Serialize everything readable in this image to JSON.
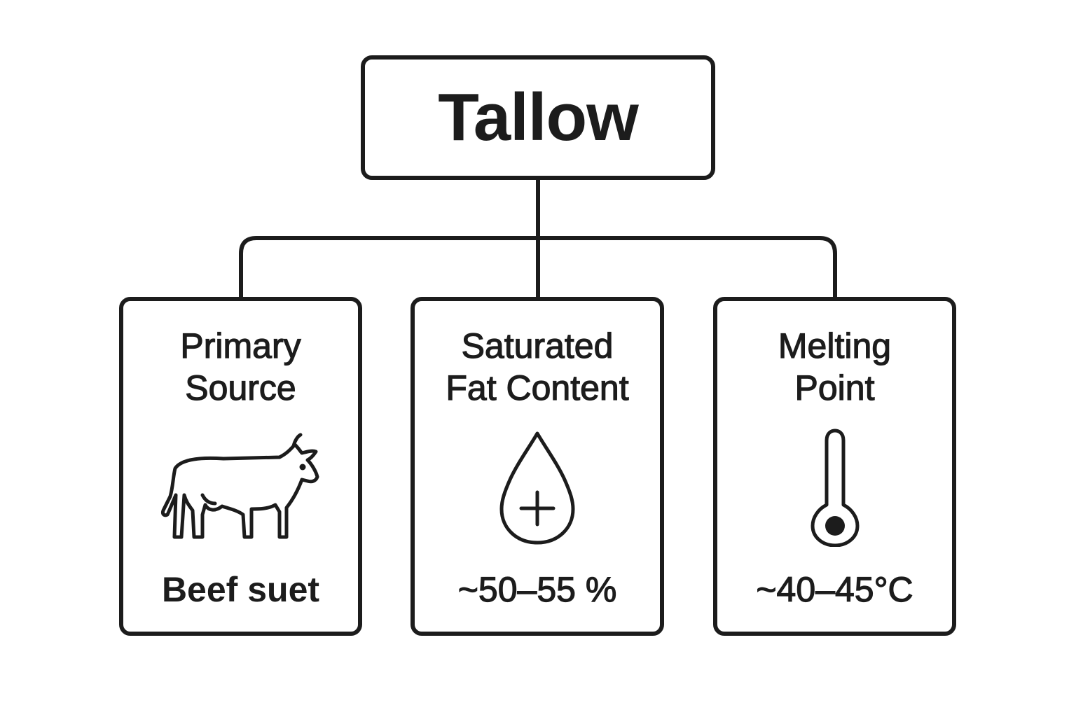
{
  "root": {
    "title": "Tallow"
  },
  "cards": [
    {
      "title_line1": "Primary",
      "title_line2": "Source",
      "icon": "cow-icon",
      "value": "Beef suet"
    },
    {
      "title_line1": "Saturated",
      "title_line2": "Fat Content",
      "icon": "drop-plus-icon",
      "value": "~50–55 %"
    },
    {
      "title_line1": "Melting",
      "title_line2": "Point",
      "icon": "thermometer-icon",
      "value": "~40–45°C"
    }
  ],
  "colors": {
    "stroke": "#1c1c1c",
    "background": "#ffffff"
  }
}
